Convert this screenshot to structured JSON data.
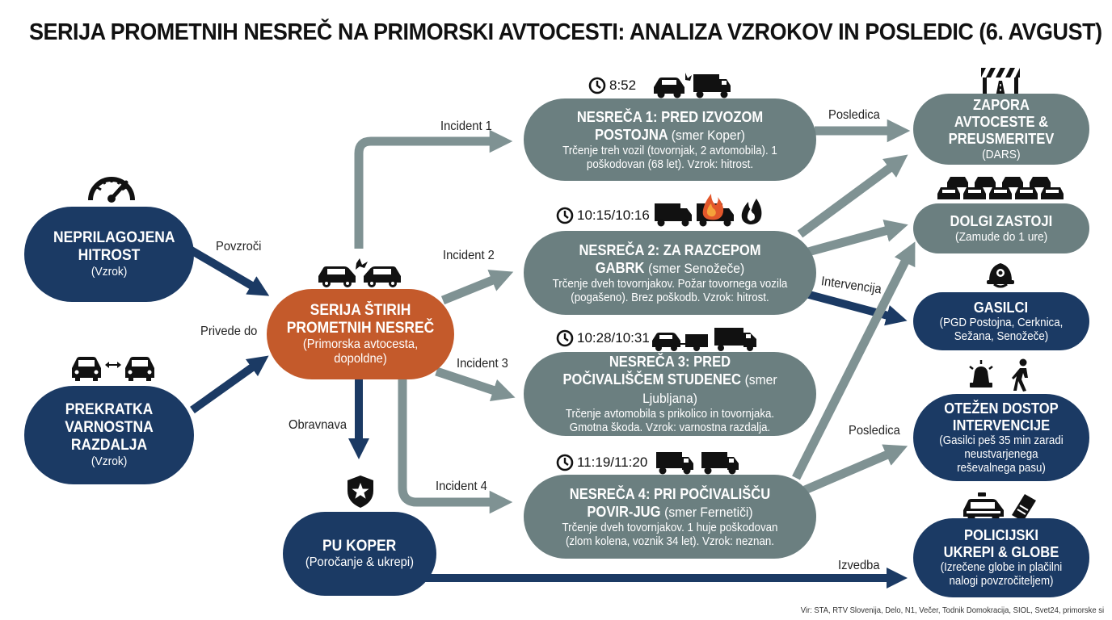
{
  "title": "SERIJA PROMETNIH NESREČ NA PRIMORSKI AVTOCESTI: ANALIZA VZROKOV IN POSLEDIC (6. AVGUST)",
  "colors": {
    "navy": "#1b3a64",
    "slate": "#6b7f80",
    "orange": "#c45a2b",
    "arrow_gray": "#7f9293"
  },
  "causes": {
    "speed": {
      "title": "NEPRILAGOJENA HITROST",
      "sub": "(Vzrok)",
      "icon": "speedometer-icon"
    },
    "distance": {
      "title": "PREKRATKA VARNOSTNA RAZDALJA",
      "sub": "(Vzrok)",
      "icon": "two-cars-distance-icon"
    }
  },
  "center": {
    "title": "SERIJA ŠTIRIH PROMETNIH NESREČ",
    "sub": "(Primorska avtocesta, dopoldne)",
    "icon": "car-crash-icon"
  },
  "police_station": {
    "title": "PU KOPER",
    "sub": "(Poročanje & ukrepi)",
    "icon": "police-badge-icon"
  },
  "incidents": [
    {
      "time": "8:52",
      "title": "NESREČA 1: PRED IZVOZOM POSTOJNA",
      "dir": "(smer Koper)",
      "desc": "Trčenje treh vozil (tovornjak, 2 avtomobila). 1 poškodovan (68 let). Vzrok: hitrost."
    },
    {
      "time": "10:15/10:16",
      "title": "NESREČA 2: ZA RAZCEPOM GABRK",
      "dir": "(smer Senožeče)",
      "desc": "Trčenje dveh tovornjakov. Požar tovornega vozila (pogašeno). Brez poškodb. Vzrok: hitrost."
    },
    {
      "time": "10:28/10:31",
      "title": "NESREČA 3: PRED POČIVALIŠČEM STUDENEC",
      "dir": "(smer Ljubljana)",
      "desc": "Trčenje avtomobila s prikolico in tovornjaka. Gmotna škoda. Vzrok: varnostna razdalja."
    },
    {
      "time": "11:19/11:20",
      "title": "NESREČA 4: PRI POČIVALIŠČU POVIR-JUG",
      "dir": "(smer Fernetiči)",
      "desc": "Trčenje dveh tovornjakov. 1 huje poškodovan (zlom kolena, voznik 34 let). Vzrok: neznan."
    }
  ],
  "outcomes": [
    {
      "title": "ZAPORA AVTOCESTE & PREUSMERITEV",
      "sub": "(DARS)",
      "icon": "road-closure-icon"
    },
    {
      "title": "DOLGI ZASTOJI",
      "sub": "(Zamude do 1 ure)",
      "icon": "traffic-jam-icon"
    },
    {
      "title": "GASILCI",
      "sub": "(PGD Postojna, Cerknica, Sežana, Senožeče)",
      "icon": "firefighter-helmet-icon"
    },
    {
      "title": "OTEŽEN DOSTOP INTERVENCIJE",
      "sub": "(Gasilci peš 35 min zaradi neustvarjenega reševalnega pasu)",
      "icon": "siren-walking-icon"
    },
    {
      "title": "POLICIJSKI UKREPI & GLOBE",
      "sub": "(Izrečene globe in plačilni nalogi povzročiteljem)",
      "icon": "police-car-ticket-icon"
    }
  ],
  "edge_labels": {
    "povzroci": "Povzroči",
    "privede_do": "Privede do",
    "obravnava": "Obravnava",
    "incident1": "Incident 1",
    "incident2": "Incident 2",
    "incident3": "Incident 3",
    "incident4": "Incident 4",
    "posledica1": "Posledica",
    "intervencija": "Intervencija",
    "posledica2": "Posledica",
    "izvedba": "Izvedba"
  },
  "footer": "Vir: STA, RTV Slovenija, Delo, N1, Večer, Todnik Domokracija, SIOL, Svet24, primorske si"
}
